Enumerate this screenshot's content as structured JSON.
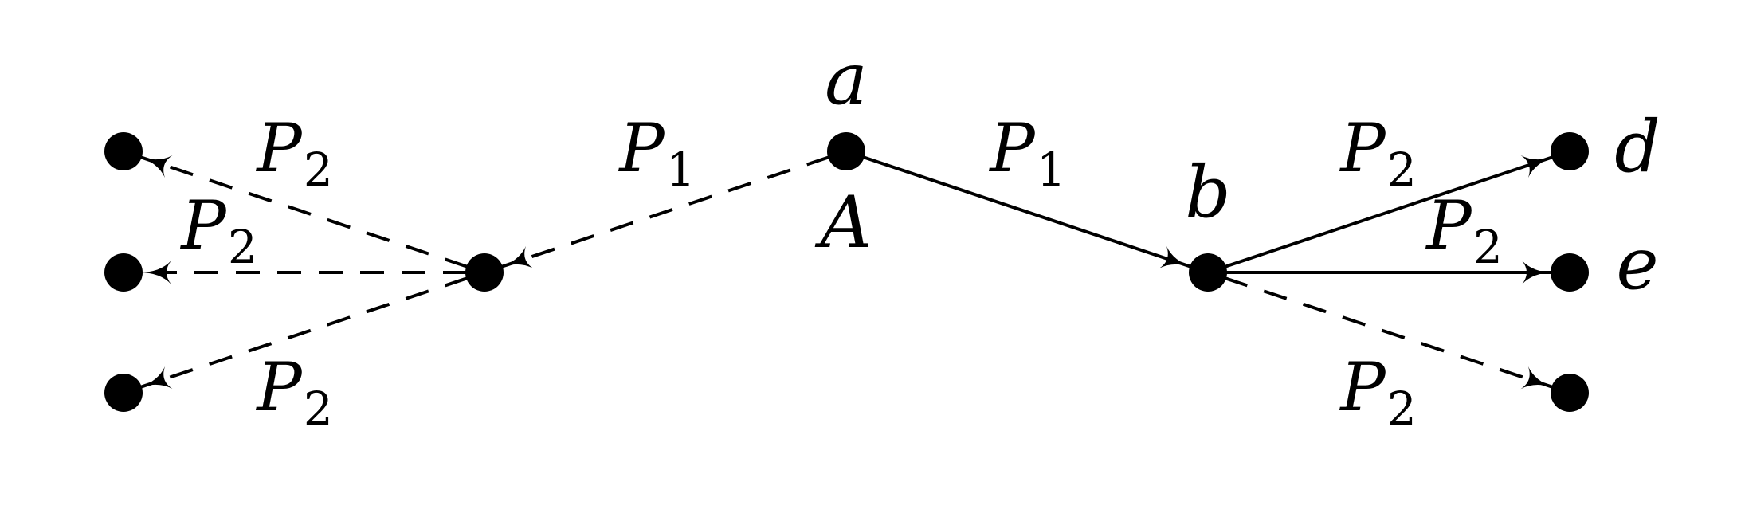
{
  "diagram": {
    "nodes": [
      {
        "id": "a",
        "label": "a"
      },
      {
        "id": "b",
        "label": "b"
      },
      {
        "id": "d",
        "label": "d"
      },
      {
        "id": "e",
        "label": "e"
      },
      {
        "id": "l1",
        "label": ""
      },
      {
        "id": "l2",
        "label": ""
      },
      {
        "id": "l3",
        "label": ""
      },
      {
        "id": "m",
        "label": ""
      },
      {
        "id": "r3",
        "label": ""
      }
    ],
    "edges": [
      {
        "from": "a",
        "to": "b",
        "style": "solid",
        "label": "P",
        "sub": "1"
      },
      {
        "from": "a",
        "to": "m",
        "style": "dashed",
        "label": "P",
        "sub": "1"
      },
      {
        "from": "m",
        "to": "l1",
        "style": "dashed",
        "label": "P",
        "sub": "2"
      },
      {
        "from": "m",
        "to": "l2",
        "style": "dashed",
        "label": "P",
        "sub": "2"
      },
      {
        "from": "m",
        "to": "l3",
        "style": "dashed",
        "label": "P",
        "sub": "2"
      },
      {
        "from": "b",
        "to": "d",
        "style": "solid",
        "label": "P",
        "sub": "2"
      },
      {
        "from": "b",
        "to": "e",
        "style": "solid",
        "label": "P",
        "sub": "2"
      },
      {
        "from": "b",
        "to": "r3",
        "style": "dashed",
        "label": "P",
        "sub": "2"
      }
    ],
    "annotations": [
      {
        "id": "A",
        "text": "A"
      }
    ]
  }
}
